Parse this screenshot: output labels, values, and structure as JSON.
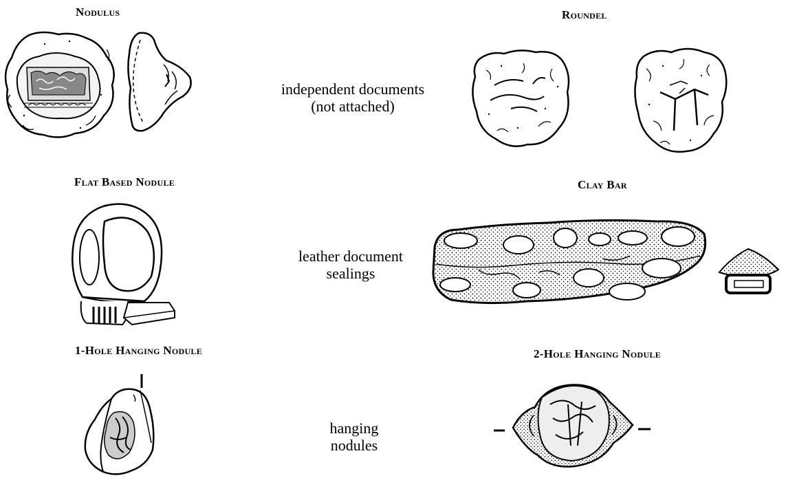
{
  "headings": {
    "nodulus": "Nodulus",
    "roundel": "Roundel",
    "flat_based_nodule": "Flat Based Nodule",
    "clay_bar": "Clay Bar",
    "one_hole": "1-Hole Hanging Nodule",
    "two_hole": "2-Hole Hanging Nodule"
  },
  "captions": {
    "row1": [
      "independent documents",
      "(not attached)"
    ],
    "row2": [
      "leather document",
      "sealings"
    ],
    "row3": [
      "hanging",
      "nodules"
    ]
  }
}
